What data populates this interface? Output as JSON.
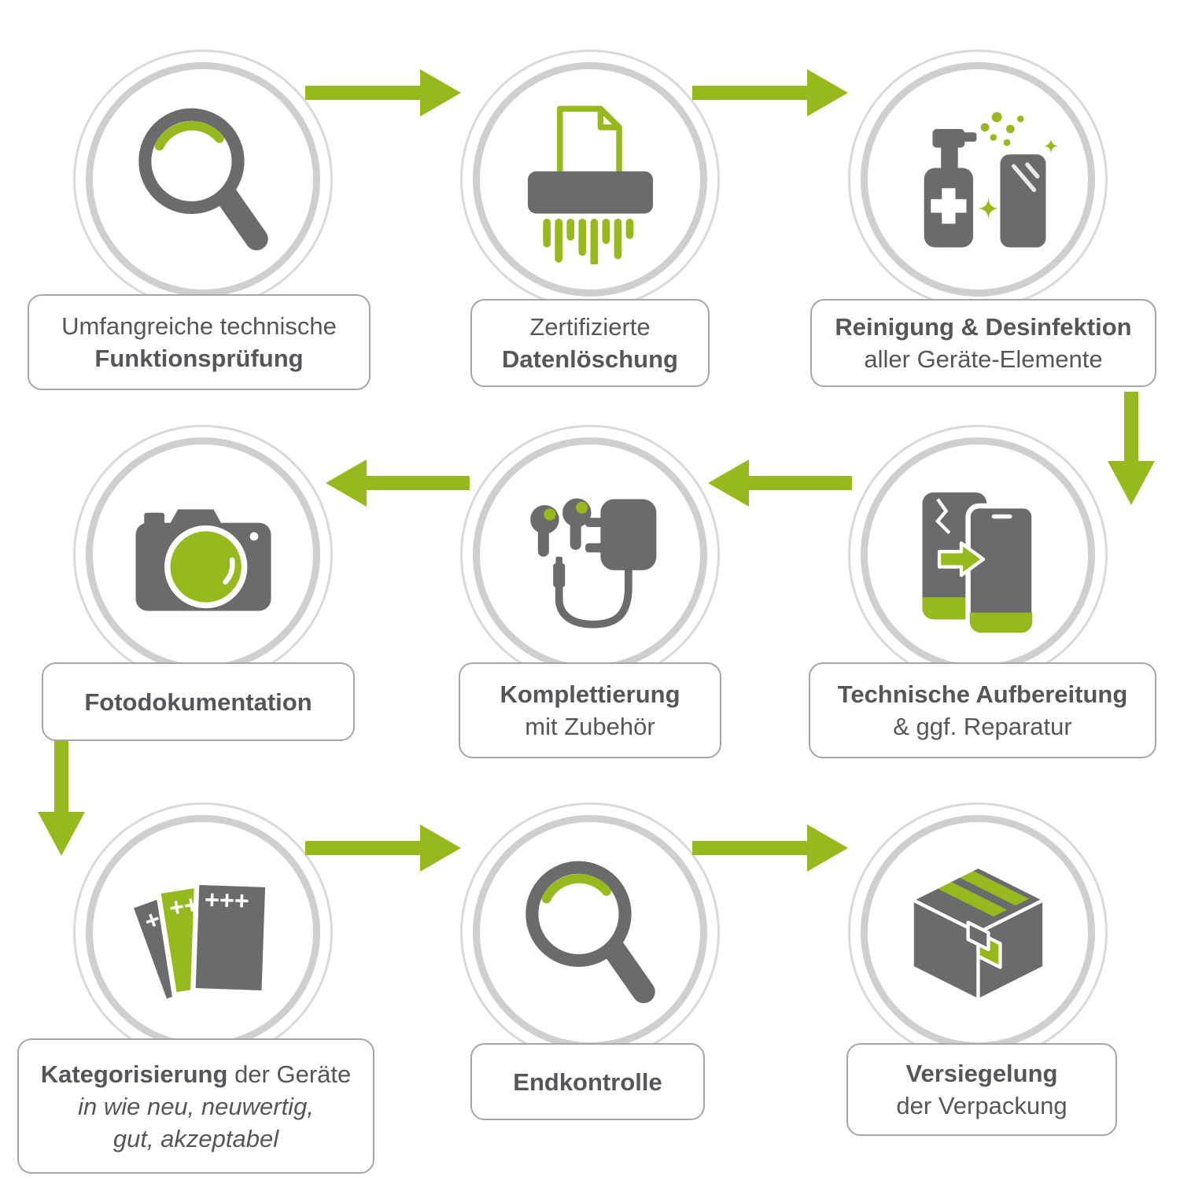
{
  "diagram": {
    "language": "de",
    "description": "Refurbishment process flow with 9 steps",
    "colors": {
      "accent_green": "#96ba1e",
      "icon_gray": "#6a6b6d",
      "text_gray": "#54565a",
      "ring_gray": "#cfcfcf",
      "box_border_gray": "#a6a6a6"
    }
  },
  "steps": [
    {
      "icon": "magnifier-icon",
      "label": {
        "line1_regular": "Umfangreiche technische",
        "line2_bold": "Funktionsprüfung"
      }
    },
    {
      "icon": "shredder-icon",
      "label": {
        "line1_regular": "Zertifizierte",
        "line2_bold": "Datenlöschung"
      }
    },
    {
      "icon": "disinfection-spray-icon",
      "label": {
        "line1_bold": "Reinigung & Desinfektion",
        "line2_regular": "aller Geräte-Elemente"
      }
    },
    {
      "icon": "phone-refurbish-icon",
      "label": {
        "line1_bold": "Technische Aufbereitung",
        "line2_regular": "& ggf. Reparatur"
      }
    },
    {
      "icon": "accessories-icon",
      "label": {
        "line1_bold": "Komplettierung",
        "line2_regular": "mit Zubehör"
      }
    },
    {
      "icon": "camera-icon",
      "label": {
        "line1_bold": "Fotodokumentation"
      }
    },
    {
      "icon": "grading-cards-icon",
      "label": {
        "line1_bold": "Kategorisierung",
        "line1_regular": "der Geräte",
        "line2_italic": "in wie neu, neuwertig,",
        "line3_italic": "gut, akzeptabel"
      },
      "card_marks": [
        "+",
        "++",
        "+++"
      ]
    },
    {
      "icon": "magnifier-icon",
      "label": {
        "line1_bold": "Endkontrolle"
      }
    },
    {
      "icon": "package-box-icon",
      "label": {
        "line1_bold": "Versiegelung",
        "line2_regular": "der Verpackung"
      }
    }
  ]
}
